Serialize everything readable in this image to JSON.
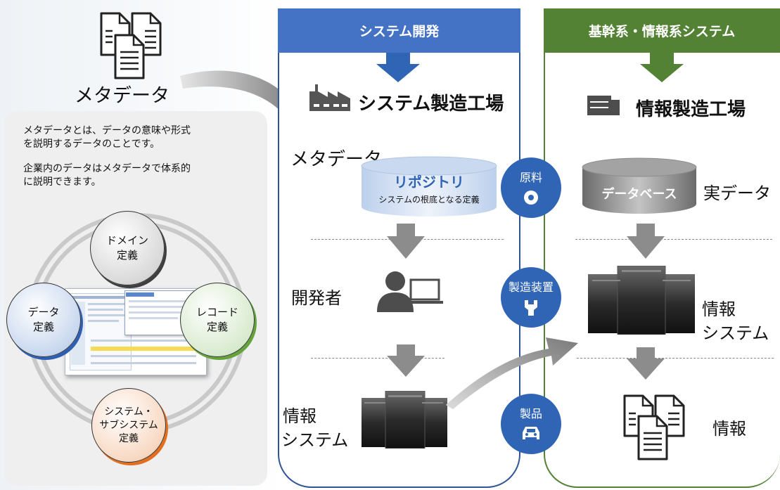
{
  "left": {
    "metadata_label": "メタデータ",
    "note_line1": "メタデータとは、データの意味や形式",
    "note_line2": "を説明するデータのことです。",
    "note_line3": "企業内のデータはメタデータで体系的",
    "note_line4": "に説明できます。",
    "circles": {
      "domain_1": "ドメイン",
      "domain_2": "定義",
      "data_1": "データ",
      "data_2": "定義",
      "record_1": "レコード",
      "record_2": "定義",
      "system_1": "システム・",
      "system_2": "サブシステム",
      "system_3": "定義"
    }
  },
  "dev": {
    "header": "システム開発",
    "factory": "システム製造工場",
    "metadata_label": "メタデータ",
    "repo_title": "リポジトリ",
    "repo_sub": "システムの根底となる定義",
    "developer": "開発者",
    "info_system_1": "情報",
    "info_system_2": "システム"
  },
  "mid": {
    "raw": "原料",
    "equipment": "製造装置",
    "product": "製品"
  },
  "core": {
    "header": "基幹系・情報系システム",
    "factory": "情報製造工場",
    "database": "データベース",
    "real_data": "実データ",
    "info_system_1": "情報",
    "info_system_2": "システム",
    "info": "情報"
  },
  "colors": {
    "blue_header": "#4472c4",
    "blue_border": "#2f5597",
    "green_header": "#548235",
    "green_border": "#548235",
    "circle_blue": "#2f65b4"
  }
}
